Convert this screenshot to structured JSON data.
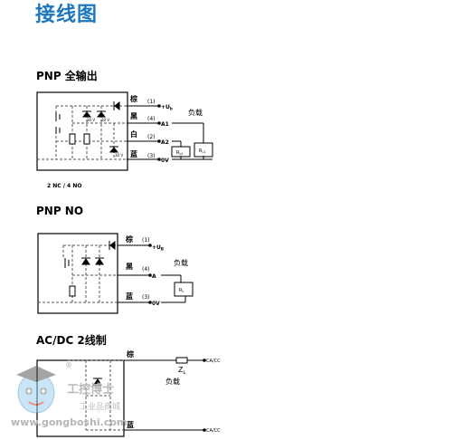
{
  "page_title": "接线图",
  "sections": {
    "pnp_full": {
      "heading": "PNP 全输出",
      "wire_brown": "棕",
      "wire_black": "黑",
      "wire_white": "白",
      "wire_blue": "蓝",
      "pin1": "(1)",
      "pin4": "(4)",
      "pin2": "(2)",
      "pin3": "(3)",
      "term_ub": "+U",
      "term_ub_sub": "b",
      "term_a1": "A1",
      "term_a2": "A2",
      "term_0v": "0V",
      "load": "负载",
      "rl2": "R",
      "rl2_sub": "L2",
      "rl1": "R",
      "rl1_sub": "L1",
      "zener1": "30 V",
      "zener2": "30 V",
      "zener3": "30 V",
      "note": "2 NC / 4 NO"
    },
    "pnp_no": {
      "heading": "PNP NO",
      "wire_brown": "棕",
      "wire_black": "黑",
      "wire_blue": "蓝",
      "pin1": "(1)",
      "pin4": "(4)",
      "pin3": "(3)",
      "term_ub": "+U",
      "term_ub_sub": "B",
      "term_a": "A",
      "term_0v": "0V",
      "load": "负载",
      "rl": "R",
      "rl_sub": "L"
    },
    "acdc": {
      "heading": "AC/DC 2线制",
      "wire_brown": "棕",
      "wire_blue": "蓝",
      "term_top": "CA/CC",
      "term_bottom": "CA/CC",
      "zl": "Z",
      "zl_sub": "L",
      "load": "负载"
    }
  },
  "watermark": {
    "brand": "工控博士",
    "subtitle": "工业品商城",
    "url": "www.gongboshi.com",
    "reg": "®"
  }
}
